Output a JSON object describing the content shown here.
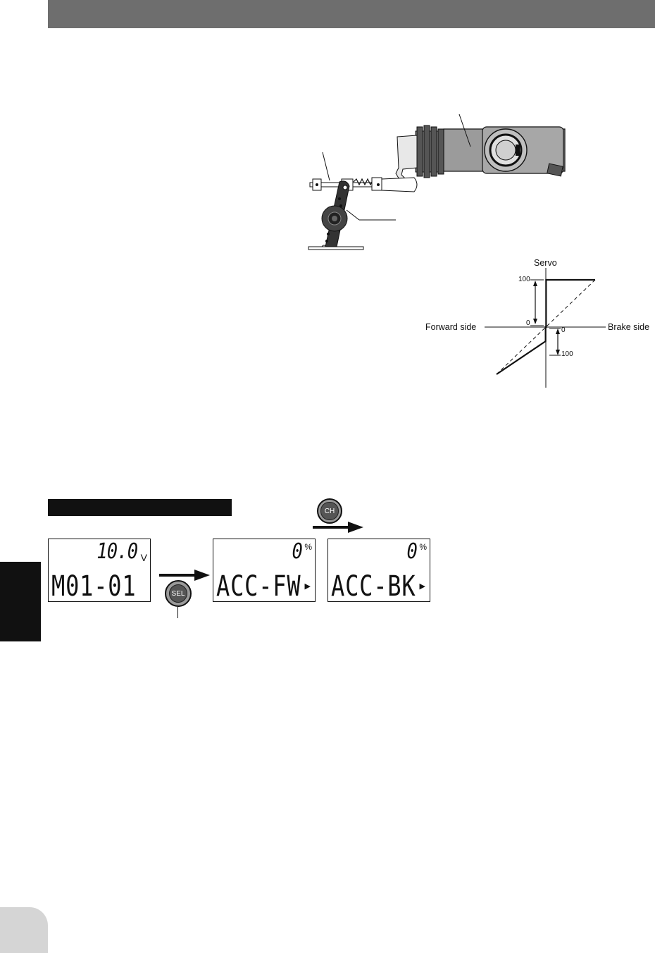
{
  "chart_data": {
    "type": "line",
    "title": "",
    "vertical_axis_label": "Servo",
    "left_label": "Forward side",
    "right_label": "Brake side",
    "tick_labels": {
      "forward_top": "100",
      "forward_zero": "0",
      "brake_zero": "0",
      "brake_bottom": "100"
    },
    "series": [
      {
        "style": "solid",
        "points": [
          [
            -100,
            -100
          ],
          [
            -0.5,
            -30
          ],
          [
            -0.5,
            0
          ],
          [
            0.5,
            0
          ],
          [
            0.5,
            100
          ],
          [
            100,
            100
          ]
        ]
      },
      {
        "style": "dashed",
        "points": [
          [
            -100,
            -100
          ],
          [
            100,
            100
          ]
        ]
      }
    ],
    "xlim": [
      -100,
      100
    ],
    "ylim": [
      -100,
      100
    ]
  },
  "lcd_screens": [
    {
      "top_value": "10.0",
      "unit": "V",
      "main": "M01-01",
      "arrow": ""
    },
    {
      "top_value": "0",
      "unit": "%",
      "main": "ACC-FW",
      "arrow": "▶"
    },
    {
      "top_value": "0",
      "unit": "%",
      "main": "ACC-BK",
      "arrow": "▶"
    }
  ],
  "buttons": {
    "sel": "SEL",
    "ch": "CH"
  },
  "colors": {
    "header": "#6e6e6e",
    "side_tab": "#111111",
    "corner_tab": "#d5d5d5"
  }
}
